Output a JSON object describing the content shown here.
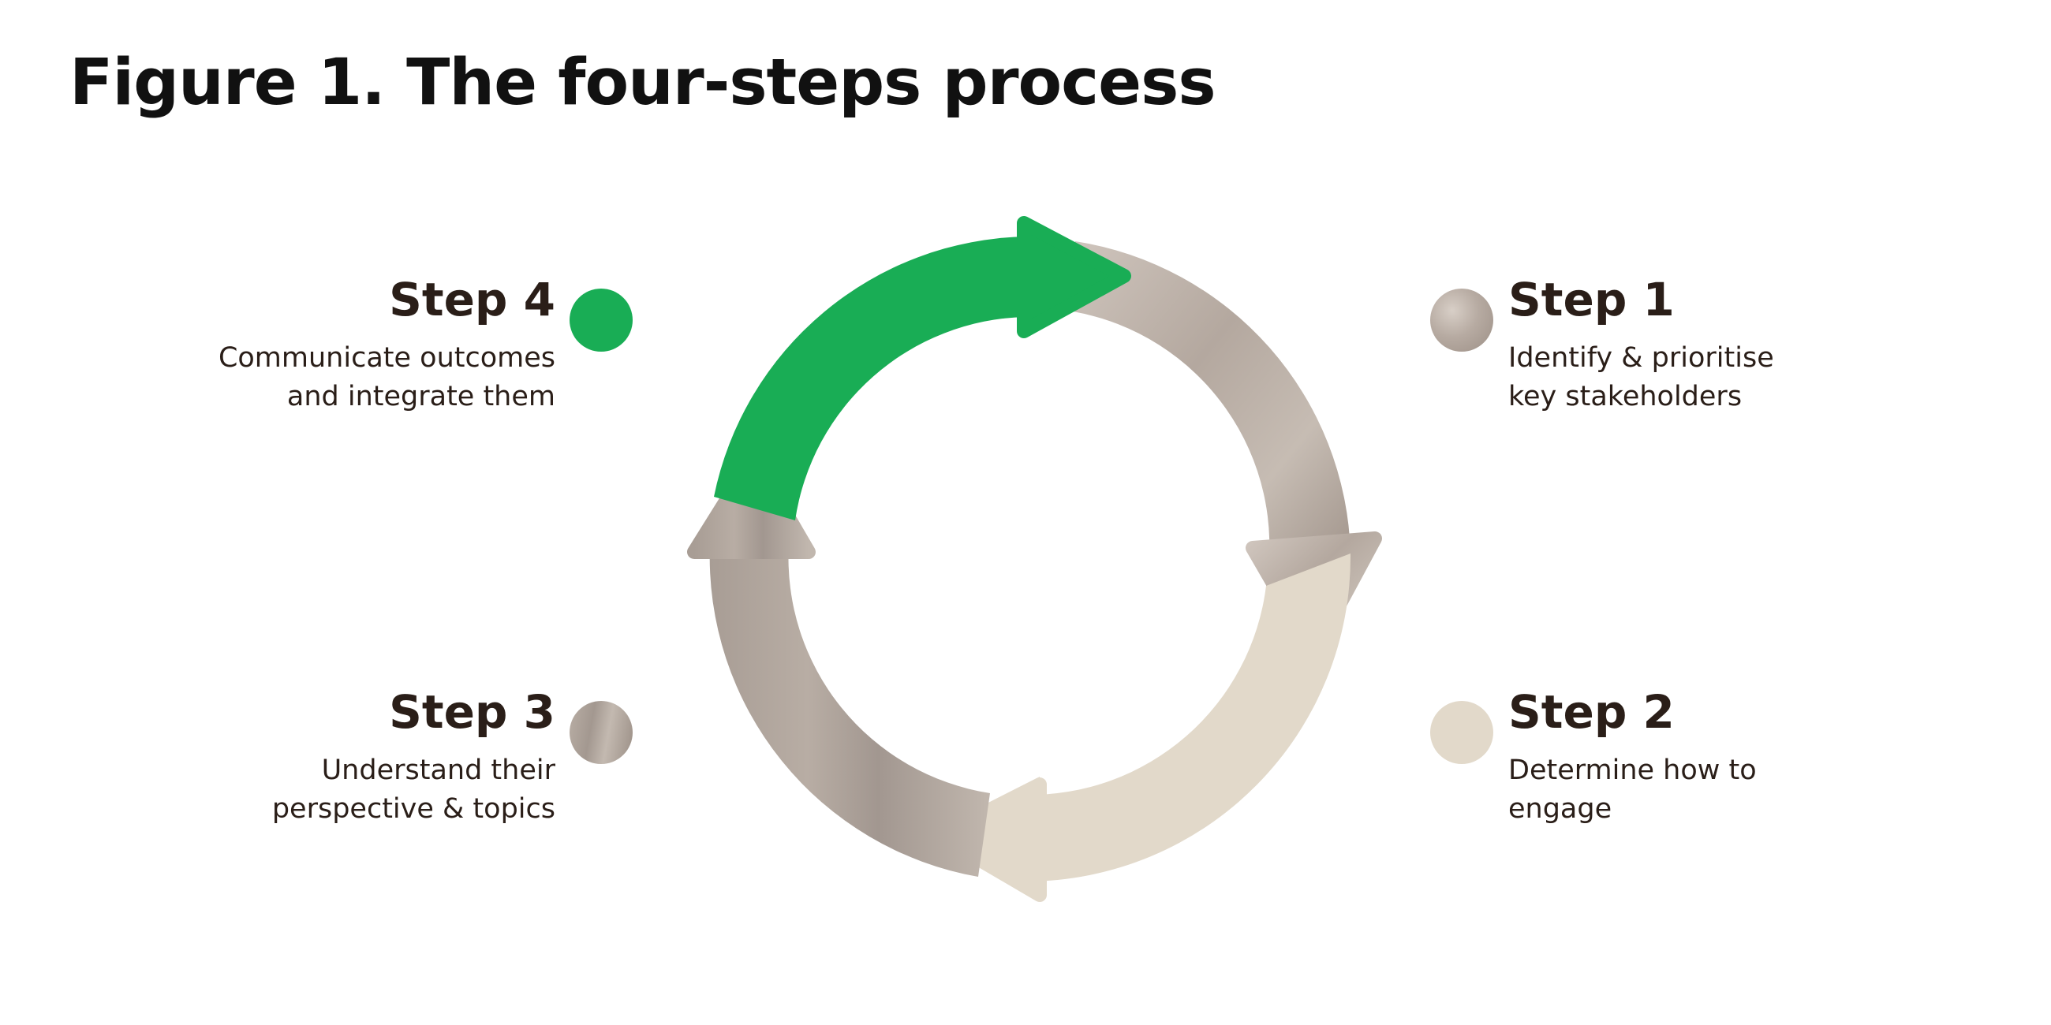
{
  "title": "Figure 1. The four-steps process",
  "steps": [
    {
      "title": "Step 1",
      "line1": "Identify & prioritise",
      "line2": "key stakeholders",
      "color": "#a89c93"
    },
    {
      "title": "Step 2",
      "line1": "Determine how to",
      "line2": "engage",
      "color": "#e2d9ca"
    },
    {
      "title": "Step 3",
      "line1": "Understand their",
      "line2": "perspective & topics",
      "color": "#b0a59c"
    },
    {
      "title": "Step 4",
      "line1": "Communicate outcomes",
      "line2": "and integrate them",
      "color": "#19ad55"
    }
  ]
}
